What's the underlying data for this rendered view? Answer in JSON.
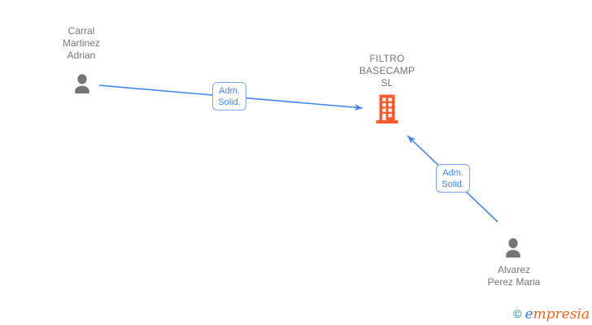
{
  "diagram": {
    "type": "corporate-relationship-graph",
    "nodes": [
      {
        "id": "carral-martinez-adrian",
        "kind": "person",
        "lines": [
          "Carral",
          "Martinez",
          "Adrian"
        ]
      },
      {
        "id": "filtro-basecamp-sl",
        "kind": "company",
        "lines": [
          "FILTRO",
          "BASECAMP",
          "SL"
        ]
      },
      {
        "id": "alvarez-perez-maria",
        "kind": "person",
        "lines": [
          "Alvarez",
          "Perez Maria"
        ]
      }
    ],
    "edges": [
      {
        "from": "carral-martinez-adrian",
        "to": "filtro-basecamp-sl",
        "lines": [
          "Adm.",
          "Solid."
        ]
      },
      {
        "from": "alvarez-perez-maria",
        "to": "filtro-basecamp-sl",
        "lines": [
          "Adm.",
          "Solid."
        ]
      }
    ]
  },
  "watermark": {
    "copyright": "©",
    "brand_lead": "e",
    "brand_tail": "mpresia"
  },
  "colors": {
    "node_label": "#757575",
    "person_icon": "#757575",
    "company_icon": "#fb5b2c",
    "edge": "#4285f4",
    "edge_label_text": "#4285f4",
    "edge_label_border": "#7aa8f5",
    "watermark_copyright": "#0d808d",
    "watermark_lead": "#2e7de5",
    "watermark_tail": "#f2651d"
  }
}
